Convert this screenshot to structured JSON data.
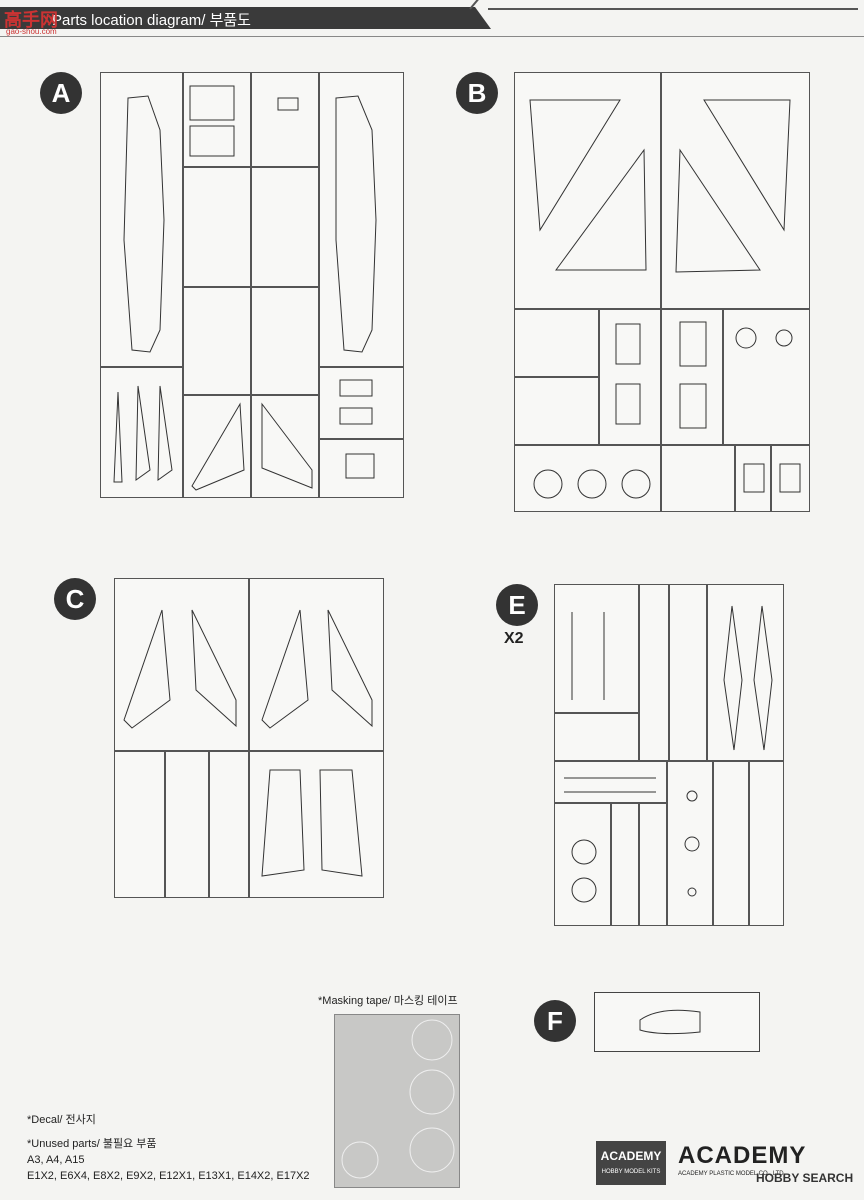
{
  "header": {
    "title": "Parts location diagram/ 부품도"
  },
  "watermark": {
    "text": "高手网",
    "sub": "gao-shou.com"
  },
  "sprues": [
    {
      "letter": "A"
    },
    {
      "letter": "B"
    },
    {
      "letter": "C"
    },
    {
      "letter": "E"
    },
    {
      "letter": "F"
    }
  ],
  "sprue_e_qty": "X2",
  "masking": {
    "caption": "*Masking tape/ 마스킹 테이프"
  },
  "notes": {
    "decal": "*Decal/ 전사지",
    "unused": "*Unused parts/ 불필요 부품",
    "unused_list_1": "A3, A4, A15",
    "unused_list_2": "E1X2, E6X4, E8X2, E9X2, E12X1, E13X1, E14X2, E17X2"
  },
  "brand": {
    "small_logo": "ACADEMY",
    "small_sub": "HOBBY MODEL KITS",
    "big_logo": "ACADEMY",
    "big_sub": "ACADEMY PLASTIC MODEL CO., LTD.",
    "hobby": "HOBBY SEARCH"
  },
  "colors": {
    "badge": "#333333",
    "header": "#3a3a3a",
    "line": "#444444"
  }
}
